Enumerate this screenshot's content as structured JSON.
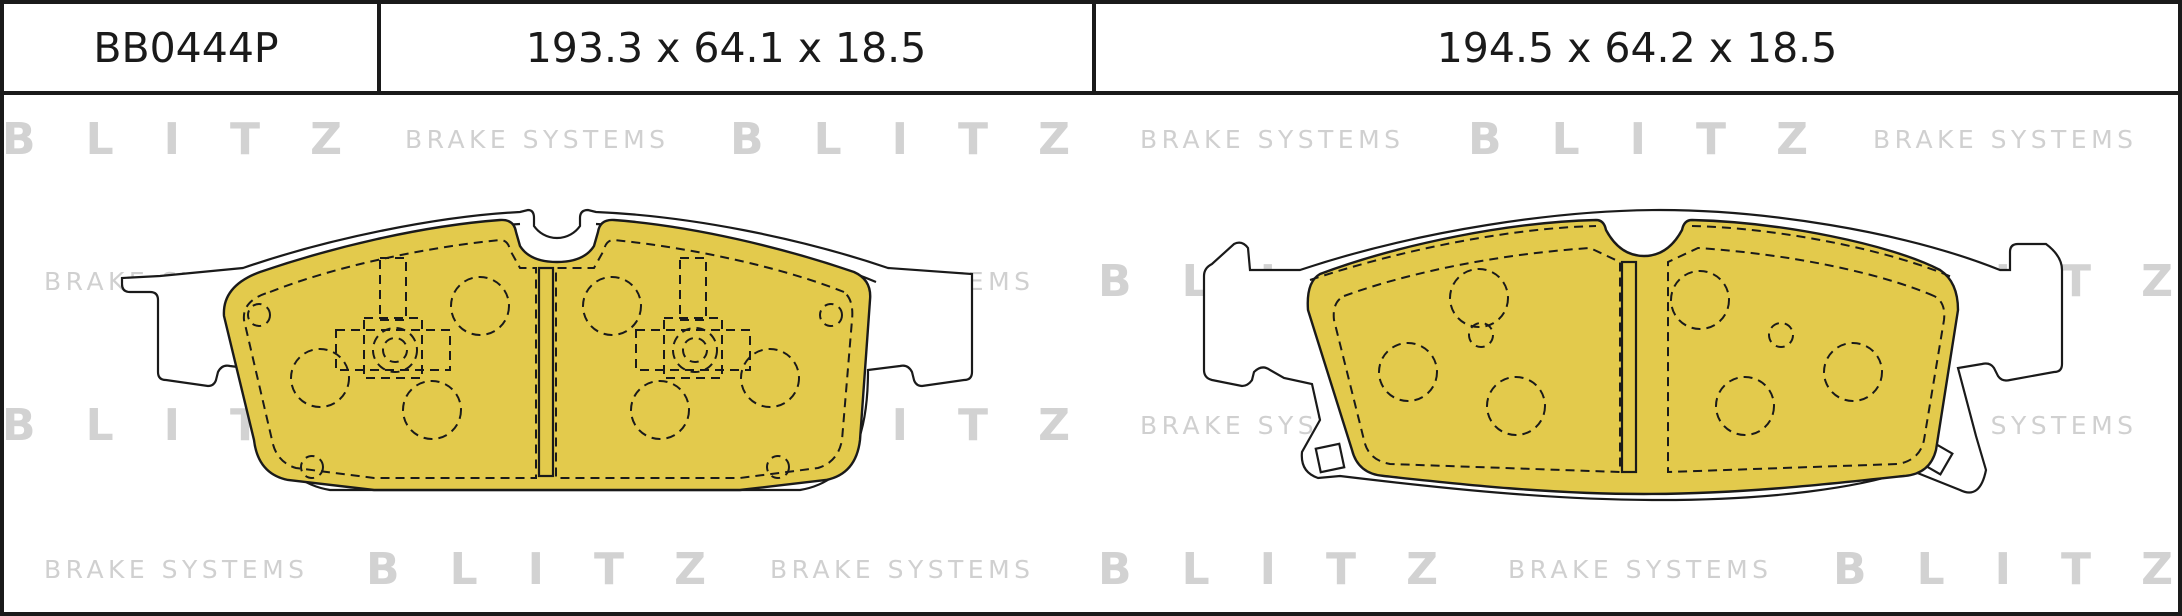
{
  "header": {
    "part_number": "BB0444P",
    "dims_left": "193.3 x 64.1 x 18.5",
    "dims_right": "194.5 x 64.2 x 18.5"
  },
  "watermark": {
    "brand": "B L I T Z",
    "tagline": "BRAKE SYSTEMS"
  },
  "colors": {
    "pad_fill": "#e3ca4c",
    "outline": "#1a1a1a",
    "watermark": "#d2d2d2"
  }
}
